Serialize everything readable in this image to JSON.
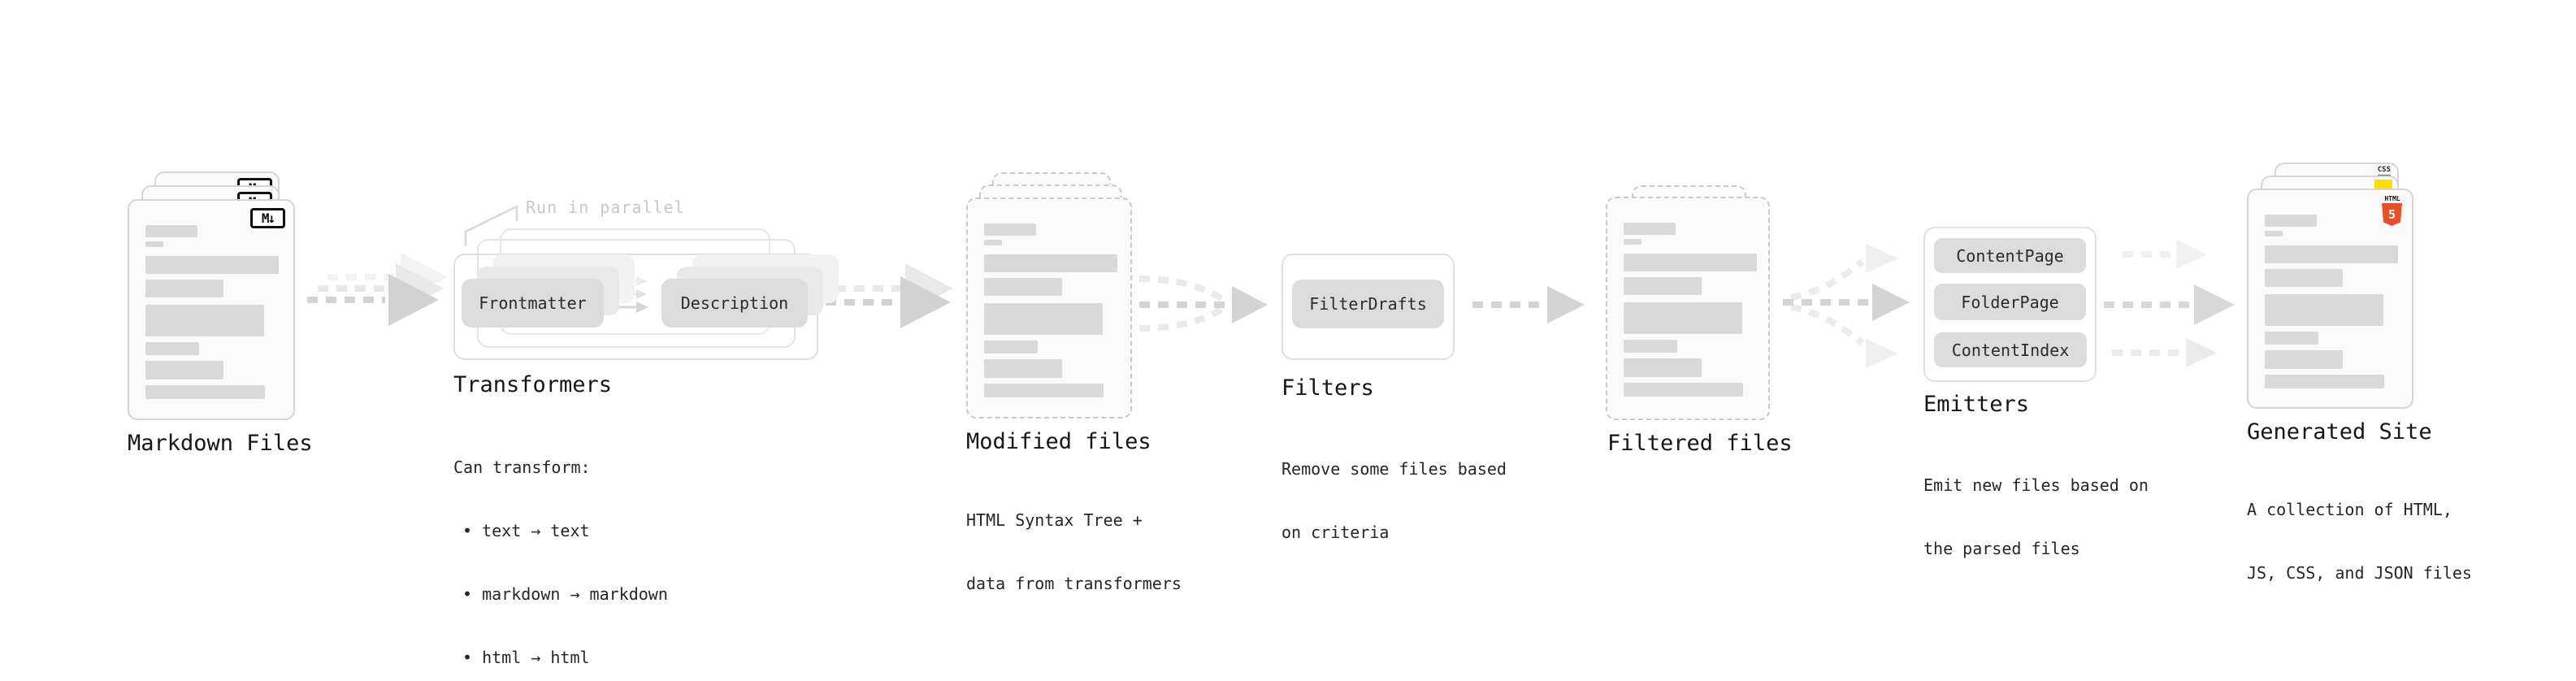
{
  "stages": {
    "markdown": {
      "label": "Markdown Files",
      "badge": "M↓"
    },
    "transformers": {
      "label": "Transformers",
      "note": "Run in parallel",
      "pill_left": "Frontmatter",
      "pill_right": "Description",
      "desc_title": "Can transform:",
      "bullets": [
        "• text → text",
        "• markdown → markdown",
        "• html → html"
      ]
    },
    "modified": {
      "label": "Modified files",
      "desc_line1": "HTML Syntax Tree +",
      "desc_line2": "data from transformers"
    },
    "filters": {
      "label": "Filters",
      "pill": "FilterDrafts",
      "desc_line1": "Remove some files based",
      "desc_line2": "on criteria"
    },
    "filtered": {
      "label": "Filtered files"
    },
    "emitters": {
      "label": "Emitters",
      "pills": [
        "ContentPage",
        "FolderPage",
        "ContentIndex"
      ],
      "desc_line1": "Emit new files based on",
      "desc_line2": "the parsed files"
    },
    "site": {
      "label": "Generated Site",
      "badge_css": "CSS",
      "badge_html_text": "HTML",
      "badge_html_number": "5",
      "desc_line1": "A collection of HTML,",
      "desc_line2": "JS, CSS, and JSON files"
    }
  },
  "colors": {
    "arrow_main": "#d2d2d2",
    "arrow_ghost": "#e8e8e8",
    "arrow_faint": "#f2f2f2",
    "card_bg": "#fafafa",
    "card_border": "#d5d5d5",
    "dashed_border": "#c9c9c9",
    "pill_bg": "#dcdcdc",
    "box_border": "#e0e0e0",
    "note_gray": "#c7c7c7",
    "html5_orange": "#e8502a",
    "js_yellow": "#ffdc00",
    "css_blue": "#2c68f5"
  }
}
